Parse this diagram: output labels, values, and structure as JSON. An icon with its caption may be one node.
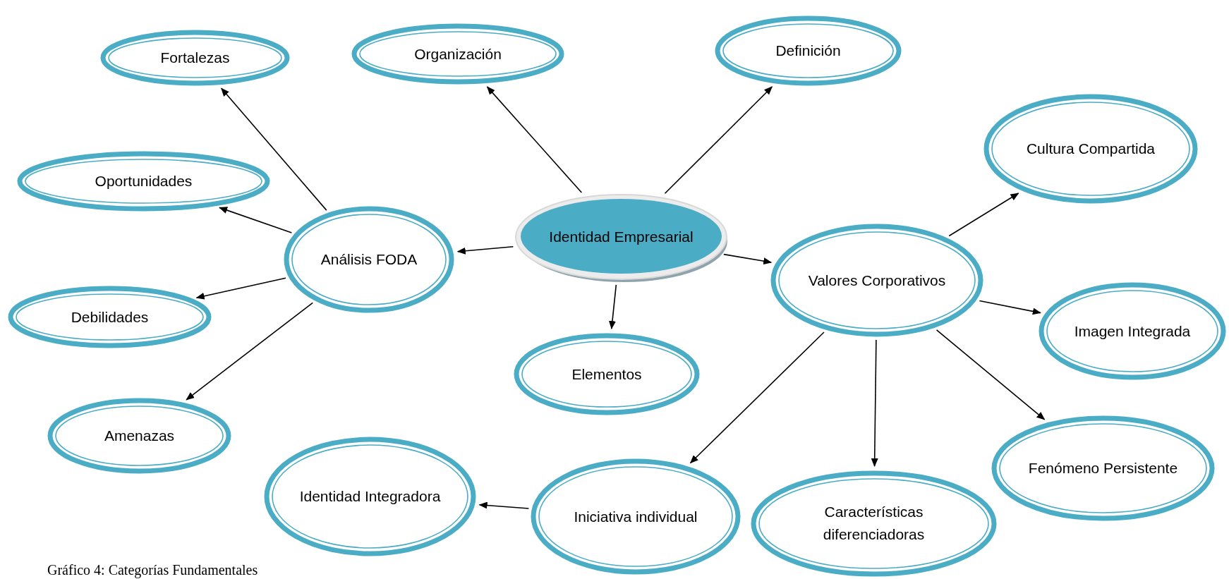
{
  "diagram": {
    "caption": "Gráfico 4: Categorías Fundamentales",
    "nodes": [
      {
        "text": [
          "Identidad Empresarial"
        ]
      },
      {
        "text": [
          "Fortalezas"
        ]
      },
      {
        "text": [
          "Organización"
        ]
      },
      {
        "text": [
          "Definición"
        ]
      },
      {
        "text": [
          "Oportunidades"
        ]
      },
      {
        "text": [
          "Análisis FODA"
        ]
      },
      {
        "text": [
          "Cultura Compartida"
        ]
      },
      {
        "text": [
          "Valores Corporativos"
        ]
      },
      {
        "text": [
          "Debilidades"
        ]
      },
      {
        "text": [
          "Elementos"
        ]
      },
      {
        "text": [
          "Imagen Integrada"
        ]
      },
      {
        "text": [
          "Amenazas"
        ]
      },
      {
        "text": [
          "Identidad Integradora"
        ]
      },
      {
        "text": [
          "Iniciativa individual"
        ]
      },
      {
        "text": [
          "Características diferenciadoras"
        ]
      },
      {
        "text": [
          "Fenómeno Persistente"
        ]
      }
    ],
    "edges": [
      {
        "from": 0,
        "to": 2,
        "arrow": "to"
      },
      {
        "from": 0,
        "to": 3,
        "arrow": "to"
      },
      {
        "from": 0,
        "to": 5,
        "arrow": "to"
      },
      {
        "from": 0,
        "to": 7,
        "arrow": "to"
      },
      {
        "from": 0,
        "to": 9,
        "arrow": "to"
      },
      {
        "from": 5,
        "to": 1,
        "arrow": "to"
      },
      {
        "from": 5,
        "to": 4,
        "arrow": "to"
      },
      {
        "from": 5,
        "to": 8,
        "arrow": "to"
      },
      {
        "from": 5,
        "to": 11,
        "arrow": "to"
      },
      {
        "from": 7,
        "to": 6,
        "arrow": "to"
      },
      {
        "from": 7,
        "to": 10,
        "arrow": "to"
      },
      {
        "from": 7,
        "to": 15,
        "arrow": "to"
      },
      {
        "from": 7,
        "to": 14,
        "arrow": "to"
      },
      {
        "from": 7,
        "to": 13,
        "arrow": "to"
      },
      {
        "from": 13,
        "to": 12,
        "arrow": "to"
      }
    ]
  }
}
